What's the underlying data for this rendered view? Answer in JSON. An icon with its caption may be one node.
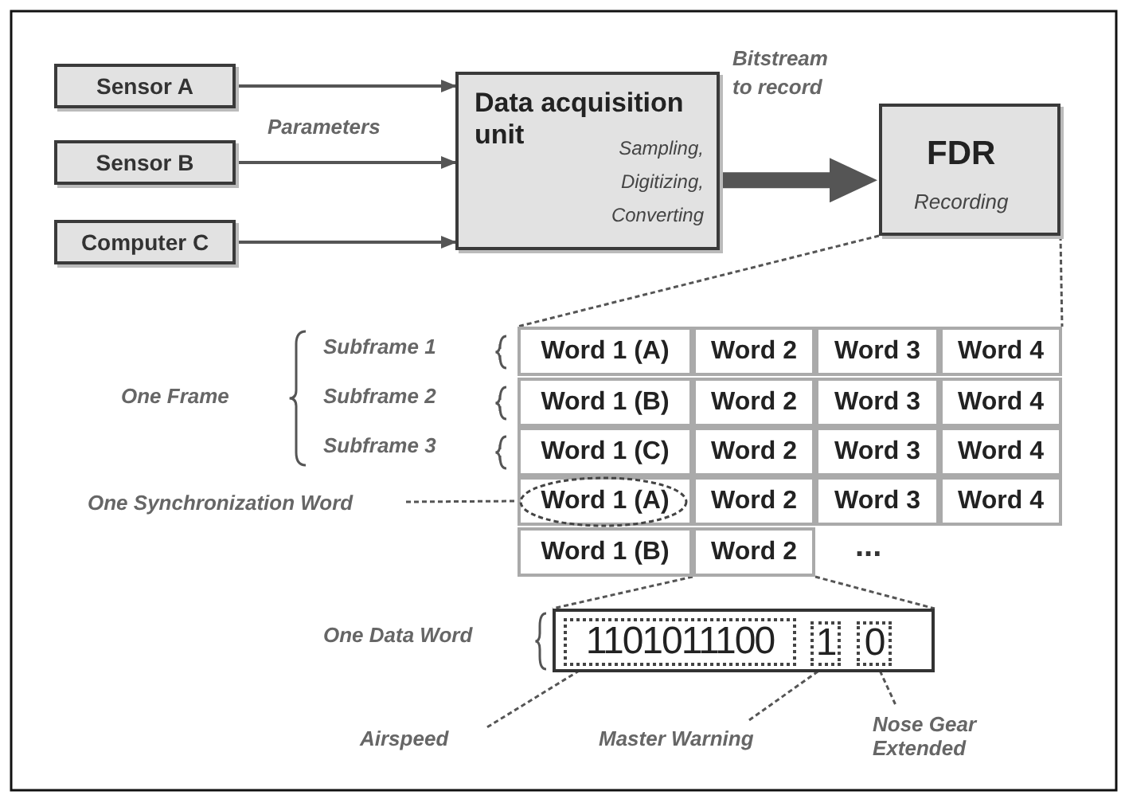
{
  "diagram": {
    "nodes": [
      {
        "text": [
          "Sensor A"
        ]
      },
      {
        "text": [
          "Sensor B"
        ]
      },
      {
        "text": [
          "Computer C"
        ]
      },
      {
        "text": [
          "Data acquisition unit",
          "Sampling, Digitizing, Converting"
        ]
      },
      {
        "text": [
          "FDR",
          "Recording"
        ]
      },
      {
        "text": [
          "Word 1 (A)"
        ]
      },
      {
        "text": [
          "Word 2"
        ]
      },
      {
        "text": [
          "Word 3"
        ]
      },
      {
        "text": [
          "Word 4"
        ]
      },
      {
        "text": [
          "Word 1 (B)"
        ]
      },
      {
        "text": [
          "Word 2"
        ]
      },
      {
        "text": [
          "Word 3"
        ]
      },
      {
        "text": [
          "Word 4"
        ]
      },
      {
        "text": [
          "Word 1 (C)"
        ]
      },
      {
        "text": [
          "Word 2"
        ]
      },
      {
        "text": [
          "Word 3"
        ]
      },
      {
        "text": [
          "Word 4"
        ]
      },
      {
        "text": [
          "One Synchronization Word"
        ]
      },
      {
        "text": [
          "Word 1 (A)"
        ]
      },
      {
        "text": [
          "Word 2"
        ]
      },
      {
        "text": [
          "Word 3"
        ]
      },
      {
        "text": [
          "Word 4"
        ]
      },
      {
        "text": [
          "Word 1 (B)"
        ]
      },
      {
        "text": [
          "Word 2"
        ]
      },
      {
        "text": [],
        "shape": "box"
      },
      {
        "text": [
          "1101011100"
        ],
        "in": 24
      },
      {
        "text": [
          "1"
        ],
        "in": 24
      },
      {
        "text": [
          "0"
        ],
        "in": 24
      },
      {
        "text": [
          "Airspeed"
        ]
      },
      {
        "text": [
          "Master Warning"
        ]
      },
      {
        "text": [
          "Nose Gear Extended"
        ]
      }
    ],
    "edges": [
      {
        "from": 0,
        "to": 3,
        "arrow": "to"
      },
      {
        "from": 1,
        "to": 3,
        "arrow": "to"
      },
      {
        "from": 2,
        "to": 3,
        "arrow": "to"
      },
      {
        "from": 3,
        "to": 4,
        "arrow": "to",
        "label": "Bitstream to record",
        "style": "thick"
      },
      {
        "from": 4,
        "to": 5,
        "arrow": "none",
        "style": "dashed"
      },
      {
        "from": 4,
        "to": 8,
        "arrow": "none",
        "style": "dashed"
      },
      {
        "from": 17,
        "to": 18,
        "arrow": "none",
        "style": "dashed"
      },
      {
        "from": 23,
        "to": 24,
        "arrow": "none",
        "style": "dashed"
      },
      {
        "from": 23,
        "to": 24,
        "arrow": "none",
        "style": "dashed"
      },
      {
        "from": 28,
        "to": 25,
        "arrow": "none",
        "style": "dashed"
      },
      {
        "from": 29,
        "to": 26,
        "arrow": "none",
        "style": "dashed"
      },
      {
        "from": 30,
        "to": 27,
        "arrow": "none",
        "style": "dashed"
      }
    ],
    "labels": [
      "Parameters",
      "One Frame",
      "Subframe 1",
      "Subframe 2",
      "Subframe 3",
      "One Data Word",
      "..."
    ]
  }
}
